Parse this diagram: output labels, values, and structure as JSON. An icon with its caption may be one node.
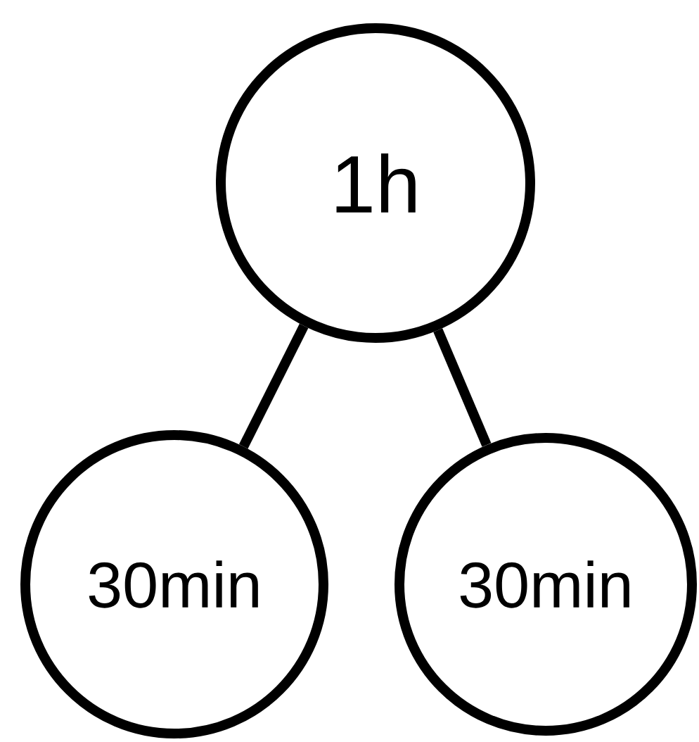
{
  "diagram": {
    "nodes": [
      {
        "text": [
          "1h"
        ]
      },
      {
        "text": [
          "30min"
        ]
      },
      {
        "text": [
          "30min"
        ]
      }
    ],
    "edges": [
      {
        "from": 0,
        "to": 1,
        "arrow": "none"
      },
      {
        "from": 0,
        "to": 2,
        "arrow": "none"
      }
    ]
  }
}
